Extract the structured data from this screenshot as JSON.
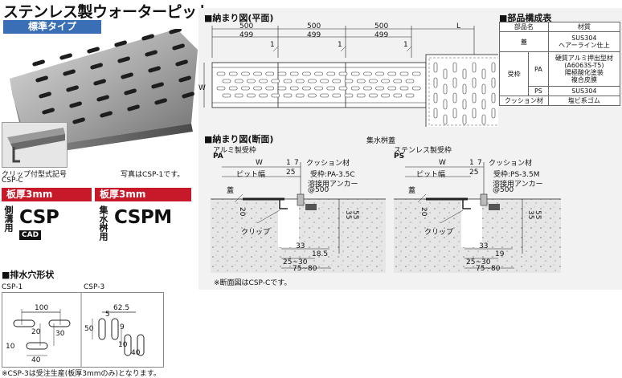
{
  "title": "ステンレス製ウォーターピット",
  "type_label": "標準タイプ",
  "clip_caption": "クリップ付型式記号",
  "clip_code": "CSP-C",
  "photo_caption": "写真はCSP-1です。",
  "left_product": {
    "thickness": "板厚3mm",
    "side_text": "側溝用",
    "code": "CSP",
    "cad": "CAD"
  },
  "right_product": {
    "thickness": "板厚3mm",
    "side_text": "集水桝用",
    "code": "CSPM"
  },
  "drain_section": {
    "heading": "■排水穴形状",
    "csp1": {
      "label": "CSP-1",
      "dims": [
        "100",
        "20",
        "30",
        "40",
        "10"
      ]
    },
    "csp3": {
      "label": "CSP-3",
      "dims": [
        "62.5",
        "5",
        "50",
        "9",
        "10",
        "40"
      ]
    },
    "note": "※CSP-3は受注生産(板厚3mmのみ)となります。"
  },
  "plan_section": {
    "heading": "■納まり図(平面)",
    "dims_top": [
      "500",
      "500",
      "500",
      "L"
    ],
    "dims_sub": [
      "499",
      "499",
      "499"
    ],
    "gap_labels": [
      "1",
      "1",
      "1"
    ],
    "w_label": "W"
  },
  "parts_section": {
    "heading": "■部品構成表",
    "header": [
      "部品名",
      "材質"
    ],
    "rows": [
      {
        "name": "蓋",
        "sub": "",
        "material": "SUS304\nヘアーライン仕上"
      },
      {
        "name": "受枠",
        "sub": "PA",
        "material": "硬質アルミ押出型材\n(A6063S-T5)\n陽極酸化塗装\n複合皮膜"
      },
      {
        "name": "",
        "sub": "PS",
        "material": "SUS304"
      },
      {
        "name": "クッション材",
        "sub": "",
        "material": "塩ビ系ゴム"
      }
    ]
  },
  "section_view": {
    "heading": "■納まり図(断面)",
    "catch_basin_lid": "集水桝蓋",
    "pa": {
      "frame": "アルミ製受枠",
      "code": "PA",
      "w": "W",
      "pit_width": "ピット幅",
      "d25": "25",
      "n1": "1",
      "n7": "7",
      "cushion": "クッション材",
      "frame_code": "受枠:PA-3.5C",
      "anchor": "溶接用アンカー",
      "pitch": "@500",
      "lid": "蓋",
      "h20": "20",
      "h35": "35",
      "h55": "55",
      "clip": "クリップ",
      "d33": "33",
      "d185": "18.5",
      "d2530": "25~30",
      "d7580": "75~80"
    },
    "ps": {
      "frame": "ステンレス製受枠",
      "code": "PS",
      "w": "W",
      "pit_width": "ピット幅",
      "d25": "25",
      "n1": "1",
      "n7": "7",
      "cushion": "クッション材",
      "frame_code": "受枠:PS-3.5M",
      "anchor": "溶接用アンカー",
      "pitch": "@500",
      "lid": "蓋",
      "h20": "20",
      "h35": "35",
      "h55": "55",
      "clip": "クリップ",
      "d33": "33",
      "d19": "19",
      "d2530": "25~30",
      "d7580": "75~80"
    },
    "note": "※断面図はCSP-Cです。"
  },
  "colors": {
    "blue": "#3a6fb6",
    "red": "#c8192b",
    "panel": "#f2f2f2"
  }
}
